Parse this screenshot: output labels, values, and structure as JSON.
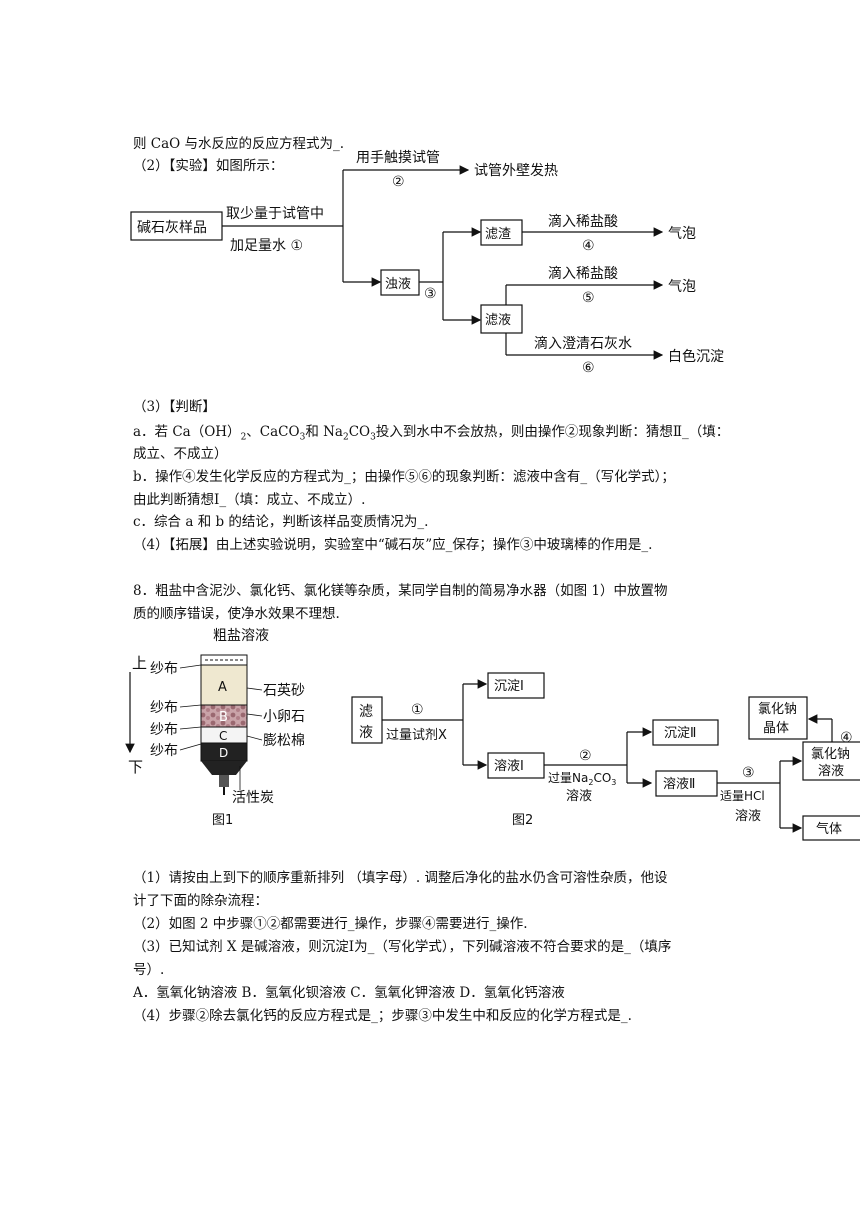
{
  "lines": {
    "l1": "则 CaO 与水反应的反应方程式为_.",
    "l2": "（2）【实验】如图所示：",
    "l3": "（3）【判断】",
    "l4a": "a．若 Ca（OH）",
    "l4b": "、CaCO",
    "l4c": "和 Na",
    "l4d": "CO",
    "l4e": "投入到水中不会放热，则由操作②现象判断：猜想Ⅱ_（填：",
    "l5": "成立、不成立）",
    "l6": "b．操作④发生化学反应的方程式为_；由操作⑤⑥的现象判断：滤液中含有_（写化学式）；",
    "l7": "由此判断猜想Ⅰ_（填：成立、不成立）.",
    "l8": "c．综合 a 和 b 的结论，判断该样品变质情况为_.",
    "l9": "（4）【拓展】由上述实验说明，实验室中“碱石灰”应_保存；操作③中玻璃棒的作用是_.",
    "l10": "8．粗盐中含泥沙、氯化钙、氯化镁等杂质，某同学自制的简易净水器（如图 1）中放置物",
    "l11": "质的顺序错误，使净水效果不理想.",
    "l12": "（1）请按由上到下的顺序重新排列 （填字母）. 调整后净化的盐水仍含可溶性杂质，他设",
    "l13": "计了下面的除杂流程：",
    "l14": "（2）如图 2 中步骤①②都需要进行_操作，步骤④需要进行_操作.",
    "l15": "（3）已知试剂 X 是碱溶液，则沉淀Ⅰ为_（写化学式），下列碱溶液不符合要求的是_（填序",
    "l16": "号）.",
    "l17": "A．氢氧化钠溶液 B．氢氧化钡溶液 C．氢氧化钾溶液 D．氢氧化钙溶液",
    "l18": "（4）步骤②除去氯化钙的反应方程式是_；步骤③中发生中和反应的化学方程式是_."
  },
  "sub": {
    "two": "2",
    "three": "3"
  },
  "flow1": {
    "sample": "碱石灰样品",
    "take": "取少量于试管中",
    "water": "加足量水 ①",
    "touch": "用手触摸试管",
    "s2": "②",
    "hot": "试管外壁发热",
    "turbid": "浊液",
    "s3": "③",
    "residue": "滤渣",
    "acid1": "滴入稀盐酸",
    "s4": "④",
    "bubble1": "气泡",
    "filtrate": "滤液",
    "acid2": "滴入稀盐酸",
    "s5": "⑤",
    "bubble2": "气泡",
    "limewater": "滴入澄清石灰水",
    "s6": "⑥",
    "white_ppt": "白色沉淀"
  },
  "fig1": {
    "top_label": "粗盐溶液",
    "up": "上",
    "down": "下",
    "gauze": "纱布",
    "a": "A",
    "b": "B",
    "c": "C",
    "d": "D",
    "quartz": "石英砂",
    "pebble": "小卵石",
    "cotton": "膨松棉",
    "carbon": "活性炭",
    "caption": "图1"
  },
  "fig2": {
    "filtrate1": "滤",
    "filtrate2": "液",
    "s1": "①",
    "reagent": "过量试剂X",
    "ppt1": "沉淀Ⅰ",
    "sol1": "溶液Ⅰ",
    "s2": "②",
    "na2co3_a": "过量Na",
    "na2co3_b": "CO",
    "solution": "溶液",
    "ppt2": "沉淀Ⅱ",
    "sol2": "溶液Ⅱ",
    "s3": "③",
    "hcl": "适量HCl",
    "hcl_sol": "溶液",
    "nacl_sol1": "氯化钠",
    "nacl_sol2": "溶液",
    "crystal1": "氯化钠",
    "crystal2": "晶体",
    "s4": "④",
    "gas": "气体",
    "caption": "图2"
  }
}
